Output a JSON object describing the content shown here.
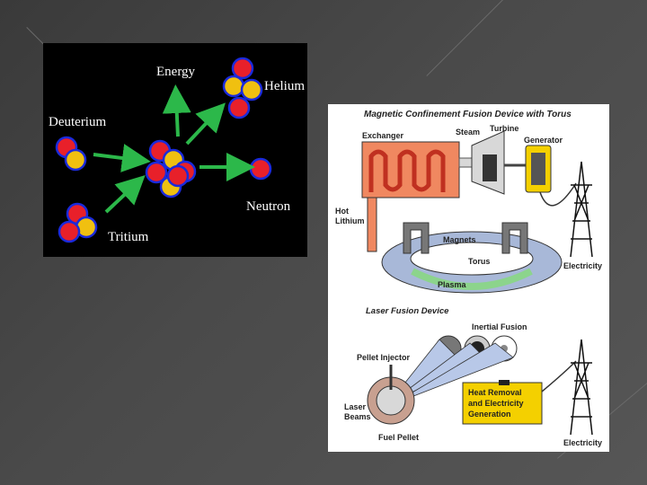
{
  "reaction": {
    "labels": {
      "energy": "Energy",
      "helium": "Helium",
      "deuterium": "Deuterium",
      "neutron": "Neutron",
      "tritium": "Tritium"
    },
    "colors": {
      "proton": "#e8202a",
      "neutron_particle": "#f0c010",
      "arrow": "#2cb84a",
      "outline": "#1a2adc"
    }
  },
  "devices": {
    "magnetic": {
      "title": "Magnetic Confinement Fusion Device with Torus",
      "exchanger": "Exchanger",
      "steam": "Steam",
      "turbine": "Turbine",
      "generator": "Generator",
      "hot_lithium": [
        "Hot",
        "Lithium"
      ],
      "magnets": "Magnets",
      "torus": "Torus",
      "plasma": "Plasma",
      "electricity": "Electricity"
    },
    "laser": {
      "title": "Laser Fusion Device",
      "inertial_fusion": "Inertial Fusion",
      "pellet_injector": "Pellet Injector",
      "laser_beams": [
        "Laser",
        "Beams"
      ],
      "fuel_pellet": "Fuel Pellet",
      "heat_removal": [
        "Heat Removal",
        "and Electricity",
        "Generation"
      ],
      "electricity": "Electricity"
    },
    "colors": {
      "exchanger": "#f08860",
      "generator": "#f4d000",
      "torus": "#a8b8d8",
      "plasma": "#8cd48c",
      "heat_box": "#f4d000"
    }
  }
}
